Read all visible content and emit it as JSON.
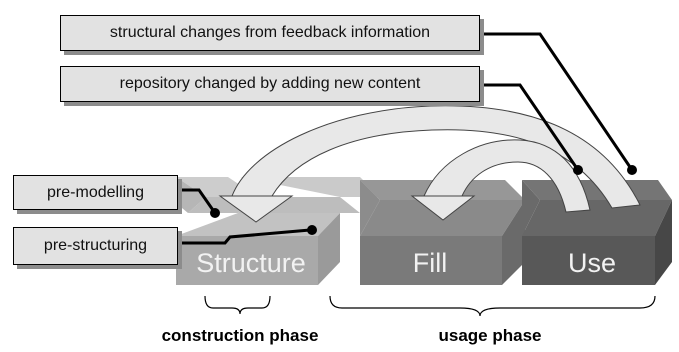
{
  "callouts": {
    "feedback": "structural changes from feedback information",
    "repository": "repository changed by adding new content",
    "pre_modelling": "pre-modelling",
    "pre_structuring": "pre-structuring"
  },
  "blocks": {
    "structure": "Structure",
    "fill": "Fill",
    "use": "Use"
  },
  "phases": {
    "construction": "construction phase",
    "usage": "usage phase"
  },
  "colors": {
    "structure_front": "#a9a9a9",
    "structure_top": "#cacaca",
    "fill_front": "#7a7a7a",
    "fill_top": "#969696",
    "use_front": "#585858",
    "use_top": "#757575",
    "callout_fill": "#e2e2e2",
    "arrow_fill": "#e8e8e8"
  }
}
